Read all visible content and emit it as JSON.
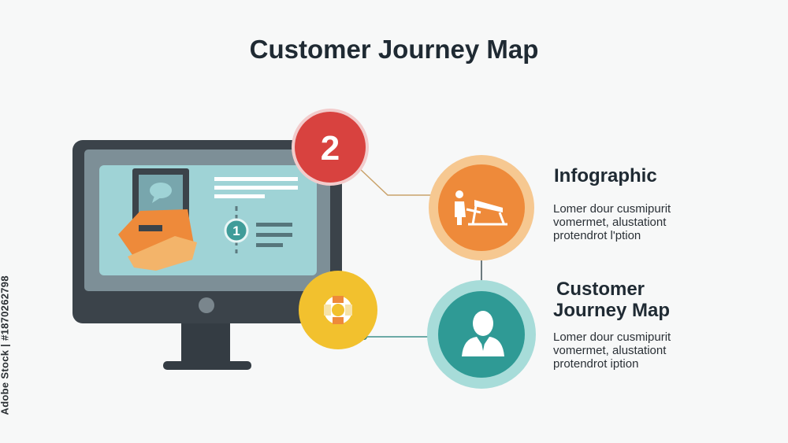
{
  "title": "Customer Journey Map",
  "badges": {
    "red_number": "2",
    "screen_number": "1"
  },
  "blocks": [
    {
      "heading": "Infographic",
      "lines": [
        "Lomer dour cusmipurit",
        "vomermet, alustationt",
        "protendrot l'ption"
      ]
    },
    {
      "heading_lines": [
        "Customer",
        "Journey Map"
      ],
      "lines": [
        "Lomer dour cusmipurit",
        "vomermet, alustationt",
        "protendrot  iption"
      ]
    }
  ],
  "side_credit": "Adobe Stock | #1870262798",
  "colors": {
    "monitor_frame": "#3b434a",
    "screen": "#9fd3d6",
    "red": "#d8423f",
    "orange": "#ee8a3a",
    "orange_ring": "#f6c891",
    "teal": "#2f9a95",
    "teal_ring": "#a7dcd9",
    "yellow": "#f2c12e"
  },
  "icons": [
    "person-at-desk-icon",
    "lifebuoy-icon",
    "user-icon",
    "chat-bubble-icon"
  ]
}
